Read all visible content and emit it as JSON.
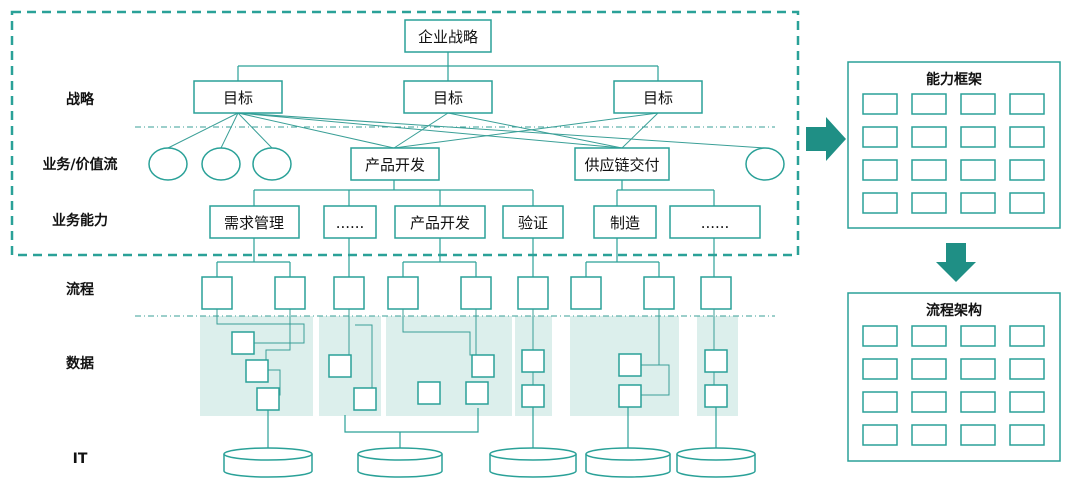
{
  "accent": "#2aa198",
  "band_color": "#dcefec",
  "strategy_top": "企业战略",
  "goals": [
    "目标",
    "目标",
    "目标"
  ],
  "value_streams": [
    "产品开发",
    "供应链交付"
  ],
  "capabilities": [
    "需求管理",
    "......",
    "产品开发",
    "验证",
    "制造",
    "......"
  ],
  "row_labels": [
    "战略",
    "业务/价值流",
    "业务能力",
    "流程",
    "数据",
    "IT"
  ],
  "panels": {
    "capability_framework": "能力框架",
    "process_architecture": "流程架构"
  },
  "icons": [
    "arrow-right-icon",
    "arrow-down-icon",
    "database-icon"
  ]
}
